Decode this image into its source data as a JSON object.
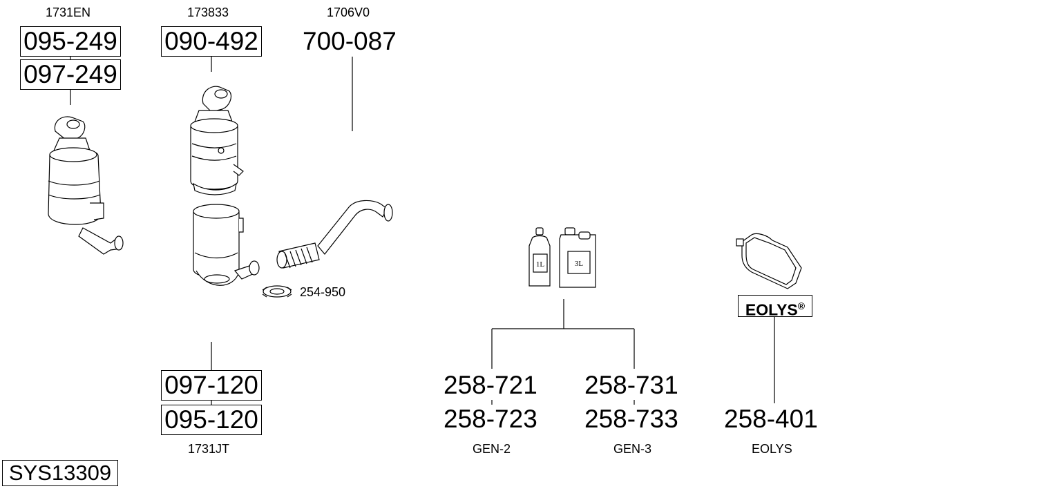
{
  "diagram_id": "SYS13309",
  "groups": [
    {
      "ref": "1731EN",
      "part_numbers": [
        "095-249",
        "097-249"
      ]
    },
    {
      "ref": "173833",
      "part_numbers": [
        "090-492"
      ]
    },
    {
      "ref": "1706V0",
      "part_numbers": [
        "700-087"
      ]
    },
    {
      "ref": "1731JT",
      "part_numbers": [
        "097-120",
        "095-120"
      ]
    },
    {
      "ref": "GEN-2",
      "part_numbers": [
        "258-721",
        "258-723"
      ]
    },
    {
      "ref": "GEN-3",
      "part_numbers": [
        "258-731",
        "258-733"
      ]
    },
    {
      "ref": "EOLYS",
      "part_numbers": [
        "258-401"
      ]
    }
  ],
  "clamp_part": "254-950",
  "bottle_small_label": "1L",
  "bottle_large_label": "3L",
  "eolys_logo_text": "EOLYS",
  "eolys_logo_mark": "®"
}
